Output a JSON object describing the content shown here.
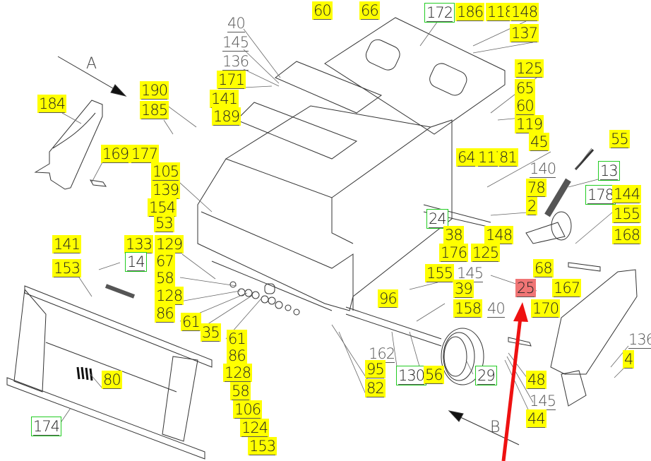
{
  "diagram": {
    "type": "exploded-parts-diagram",
    "view_markers": [
      "A",
      "B"
    ],
    "highlight_colors": {
      "yellow": "#ffff00",
      "red": "#f07575",
      "green_box": "#22cc22"
    },
    "callouts": [
      {
        "id": "c60a",
        "text": "60",
        "style": "yellow"
      },
      {
        "id": "c66",
        "text": "66",
        "style": "yellow"
      },
      {
        "id": "c172",
        "text": "172",
        "style": "boxed"
      },
      {
        "id": "c186",
        "text": "186",
        "style": "yellow"
      },
      {
        "id": "c118",
        "text": "118",
        "style": "yellow"
      },
      {
        "id": "c148a",
        "text": "148",
        "style": "yellow"
      },
      {
        "id": "c137",
        "text": "137",
        "style": "yellow"
      },
      {
        "id": "c40a",
        "text": "40",
        "style": "plain"
      },
      {
        "id": "c145a",
        "text": "145",
        "style": "plain"
      },
      {
        "id": "c136a",
        "text": "136",
        "style": "plain"
      },
      {
        "id": "c171",
        "text": "171",
        "style": "yellow"
      },
      {
        "id": "c141a",
        "text": "141",
        "style": "yellow"
      },
      {
        "id": "c189",
        "text": "189",
        "style": "yellow"
      },
      {
        "id": "c190",
        "text": "190",
        "style": "yellow"
      },
      {
        "id": "c185",
        "text": "185",
        "style": "yellow"
      },
      {
        "id": "c184",
        "text": "184",
        "style": "yellow"
      },
      {
        "id": "c169",
        "text": "169",
        "style": "yellow"
      },
      {
        "id": "c177",
        "text": "177",
        "style": "yellow"
      },
      {
        "id": "c105",
        "text": "105",
        "style": "yellow"
      },
      {
        "id": "c139",
        "text": "139",
        "style": "yellow"
      },
      {
        "id": "c154",
        "text": "154",
        "style": "yellow"
      },
      {
        "id": "c53",
        "text": "53",
        "style": "yellow"
      },
      {
        "id": "c125a",
        "text": "125",
        "style": "yellow"
      },
      {
        "id": "c65",
        "text": "65",
        "style": "yellow"
      },
      {
        "id": "c60b",
        "text": "60",
        "style": "yellow"
      },
      {
        "id": "c119",
        "text": "119",
        "style": "yellow"
      },
      {
        "id": "c45",
        "text": "45",
        "style": "yellow"
      },
      {
        "id": "c55",
        "text": "55",
        "style": "yellow"
      },
      {
        "id": "c64",
        "text": "64",
        "style": "yellow"
      },
      {
        "id": "c117",
        "text": "117",
        "style": "yellow"
      },
      {
        "id": "c81",
        "text": "81",
        "style": "yellow"
      },
      {
        "id": "c140",
        "text": "140",
        "style": "plain"
      },
      {
        "id": "c13",
        "text": "13",
        "style": "boxed"
      },
      {
        "id": "c78",
        "text": "78",
        "style": "yellow"
      },
      {
        "id": "c178",
        "text": "178",
        "style": "boxed"
      },
      {
        "id": "c144",
        "text": "144",
        "style": "yellow"
      },
      {
        "id": "c2",
        "text": "2",
        "style": "yellow"
      },
      {
        "id": "c155a",
        "text": "155",
        "style": "yellow"
      },
      {
        "id": "c24",
        "text": "24",
        "style": "boxed"
      },
      {
        "id": "c38",
        "text": "38",
        "style": "yellow"
      },
      {
        "id": "c148b",
        "text": "148",
        "style": "yellow"
      },
      {
        "id": "c168",
        "text": "168",
        "style": "yellow"
      },
      {
        "id": "c176",
        "text": "176",
        "style": "yellow"
      },
      {
        "id": "c125b",
        "text": "125",
        "style": "yellow"
      },
      {
        "id": "c155b",
        "text": "155",
        "style": "yellow"
      },
      {
        "id": "c145b",
        "text": "145",
        "style": "plain"
      },
      {
        "id": "c68",
        "text": "68",
        "style": "yellow"
      },
      {
        "id": "c25",
        "text": "25",
        "style": "red"
      },
      {
        "id": "c167",
        "text": "167",
        "style": "yellow"
      },
      {
        "id": "c96",
        "text": "96",
        "style": "yellow"
      },
      {
        "id": "c39",
        "text": "39",
        "style": "yellow"
      },
      {
        "id": "c158",
        "text": "158",
        "style": "yellow"
      },
      {
        "id": "c40b",
        "text": "40",
        "style": "plain"
      },
      {
        "id": "c170",
        "text": "170",
        "style": "yellow"
      },
      {
        "id": "c136b",
        "text": "136",
        "style": "plain"
      },
      {
        "id": "c4",
        "text": "4",
        "style": "yellow"
      },
      {
        "id": "c162",
        "text": "162",
        "style": "plain"
      },
      {
        "id": "c95",
        "text": "95",
        "style": "yellow"
      },
      {
        "id": "c82",
        "text": "82",
        "style": "yellow"
      },
      {
        "id": "c130",
        "text": "130",
        "style": "boxed"
      },
      {
        "id": "c56",
        "text": "56",
        "style": "yellow"
      },
      {
        "id": "c29",
        "text": "29",
        "style": "boxed"
      },
      {
        "id": "c48",
        "text": "48",
        "style": "yellow"
      },
      {
        "id": "c145c",
        "text": "145",
        "style": "plain"
      },
      {
        "id": "c44",
        "text": "44",
        "style": "yellow"
      },
      {
        "id": "c141b",
        "text": "141",
        "style": "yellow"
      },
      {
        "id": "c133",
        "text": "133",
        "style": "yellow"
      },
      {
        "id": "c14",
        "text": "14",
        "style": "boxed"
      },
      {
        "id": "c153a",
        "text": "153",
        "style": "yellow"
      },
      {
        "id": "c129",
        "text": "129",
        "style": "yellow"
      },
      {
        "id": "c67",
        "text": "67",
        "style": "yellow"
      },
      {
        "id": "c58a",
        "text": "58",
        "style": "yellow"
      },
      {
        "id": "c128a",
        "text": "128",
        "style": "yellow"
      },
      {
        "id": "c86a",
        "text": "86",
        "style": "yellow"
      },
      {
        "id": "c61a",
        "text": "61",
        "style": "yellow"
      },
      {
        "id": "c35",
        "text": "35",
        "style": "yellow"
      },
      {
        "id": "c61b",
        "text": "61",
        "style": "yellow"
      },
      {
        "id": "c86b",
        "text": "86",
        "style": "yellow"
      },
      {
        "id": "c128b",
        "text": "128",
        "style": "yellow"
      },
      {
        "id": "c58b",
        "text": "58",
        "style": "yellow"
      },
      {
        "id": "c106",
        "text": "106",
        "style": "yellow"
      },
      {
        "id": "c124",
        "text": "124",
        "style": "yellow"
      },
      {
        "id": "c153b",
        "text": "153",
        "style": "yellow"
      },
      {
        "id": "c80",
        "text": "80",
        "style": "yellow"
      },
      {
        "id": "c174",
        "text": "174",
        "style": "boxed"
      }
    ]
  }
}
